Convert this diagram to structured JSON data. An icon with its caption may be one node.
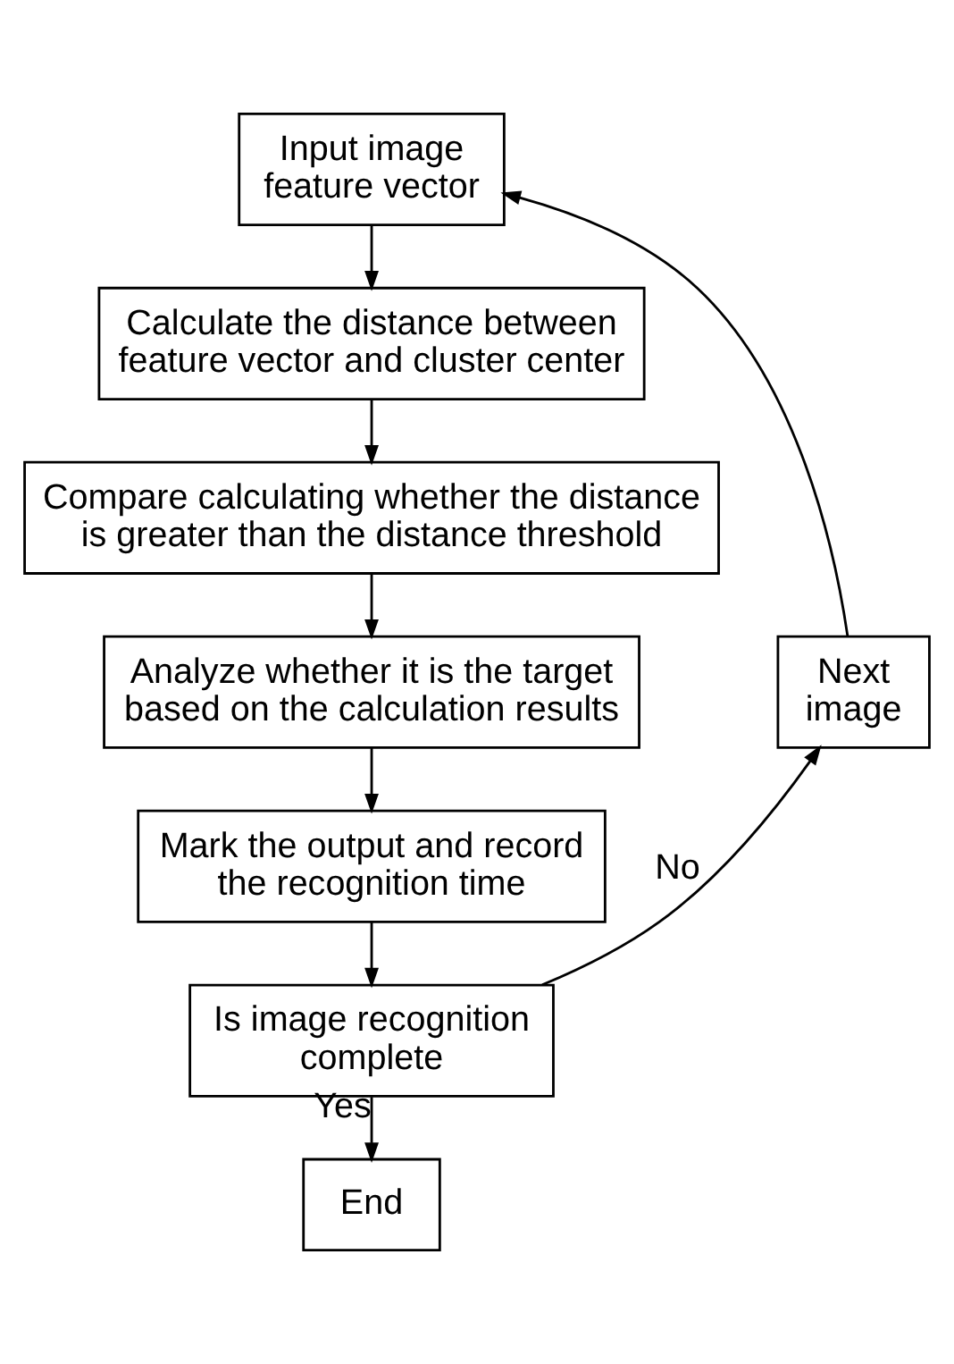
{
  "diagram": {
    "nodes": [
      {
        "text": [
          "Input image feature vector"
        ]
      },
      {
        "text": [
          "Calculate the distance between feature vector and cluster center"
        ]
      },
      {
        "text": [
          "Compare calculating whether the distance is greater than the distance threshold"
        ]
      },
      {
        "text": [
          "Analyze whether it is the target based on the calculation results"
        ]
      },
      {
        "text": [
          "Mark the output and record the recognition time"
        ]
      },
      {
        "text": [
          "Is image recognition complete"
        ]
      },
      {
        "text": [
          "End"
        ]
      },
      {
        "text": [
          "Next image"
        ]
      }
    ],
    "edges": [
      {
        "from": 0,
        "to": 1,
        "arrow": "to"
      },
      {
        "from": 1,
        "to": 2,
        "arrow": "to"
      },
      {
        "from": 2,
        "to": 3,
        "arrow": "to"
      },
      {
        "from": 3,
        "to": 4,
        "arrow": "to"
      },
      {
        "from": 4,
        "to": 5,
        "arrow": "to"
      },
      {
        "from": 5,
        "to": 7,
        "label": "No",
        "arrow": "to"
      },
      {
        "from": 7,
        "to": 0,
        "arrow": "to"
      },
      {
        "from": 5,
        "to": 6,
        "label": "Yes",
        "arrow": "to"
      }
    ]
  }
}
